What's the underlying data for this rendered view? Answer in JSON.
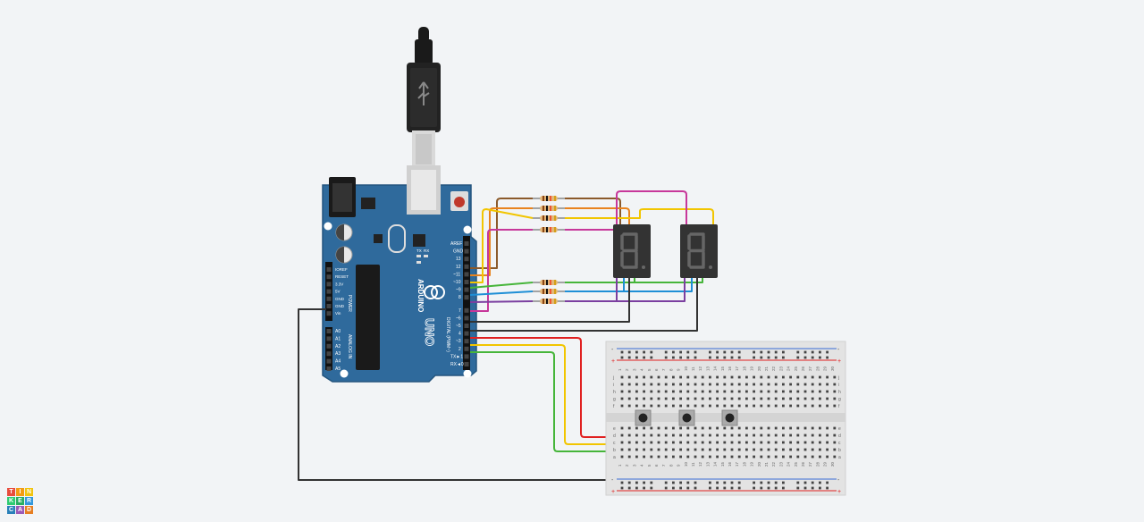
{
  "arduino": {
    "brand": "ARDUINO",
    "model": "UNO",
    "tx": "TX",
    "rx": "RX",
    "power_label": "POWER",
    "analog_label": "ANALOG IN",
    "digital_label": "DIGITAL (PWM~)",
    "top_pins": [
      "AREF",
      "GND",
      "13",
      "12",
      "~11",
      "~10",
      "~9",
      "8"
    ],
    "bottom_pins": [
      "7",
      "~6",
      "~5",
      "4",
      "~3",
      "2",
      "TX►1",
      "RX◄0"
    ],
    "power_pins": [
      "IOREF",
      "RESET",
      "3.3V",
      "5V",
      "GND",
      "GND",
      "Vin"
    ],
    "analog_pins": [
      "A0",
      "A1",
      "A2",
      "A3",
      "A4",
      "A5"
    ]
  },
  "breadboard": {
    "columns": [
      "1",
      "2",
      "3",
      "4",
      "5",
      "6",
      "7",
      "8",
      "9",
      "10",
      "11",
      "12",
      "13",
      "14",
      "15",
      "16",
      "17",
      "18",
      "19",
      "20",
      "21",
      "22",
      "23",
      "24",
      "25",
      "26",
      "27",
      "28",
      "29",
      "30"
    ],
    "rows_top": [
      "j",
      "i",
      "h",
      "g",
      "f"
    ],
    "rows_bottom": [
      "e",
      "d",
      "c",
      "b",
      "a"
    ],
    "rail_minus": "-",
    "rail_plus": "+"
  },
  "logo": {
    "letters": [
      "T",
      "I",
      "N",
      "K",
      "E",
      "R",
      "C",
      "A",
      "D"
    ]
  },
  "colors": {
    "board": "#2f6a9c",
    "wire_brown": "#8b5a2b",
    "wire_orange": "#e8831e",
    "wire_yellow": "#f2c500",
    "wire_magenta": "#c7379a",
    "wire_green": "#46b53a",
    "wire_blue": "#1f8fd6",
    "wire_purple": "#7b3fa0",
    "wire_black": "#333333",
    "wire_red": "#e02020",
    "logo": [
      "#e84c3d",
      "#f39c12",
      "#f1c40f",
      "#2ecc71",
      "#27ae60",
      "#3498db",
      "#2980b9",
      "#9b59b6",
      "#e67e22"
    ]
  }
}
